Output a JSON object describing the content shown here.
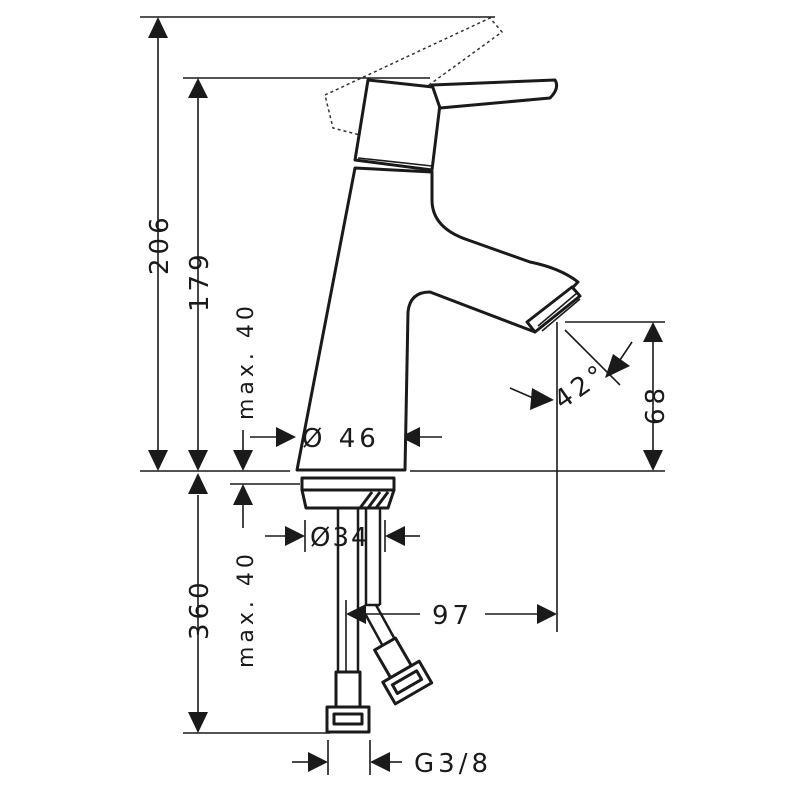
{
  "title": "Basin mixer dimension drawing",
  "dimensions": {
    "total_height": "206",
    "spout_height_total": "179",
    "max_deck_upper": "max. 40",
    "body_diameter": "Ø 46",
    "angle": "42°",
    "outlet_height": "68",
    "shank_diameter": "Ø34",
    "hose_length": "360",
    "max_deck_lower": "max. 40",
    "projection": "97",
    "thread": "G3/8"
  }
}
